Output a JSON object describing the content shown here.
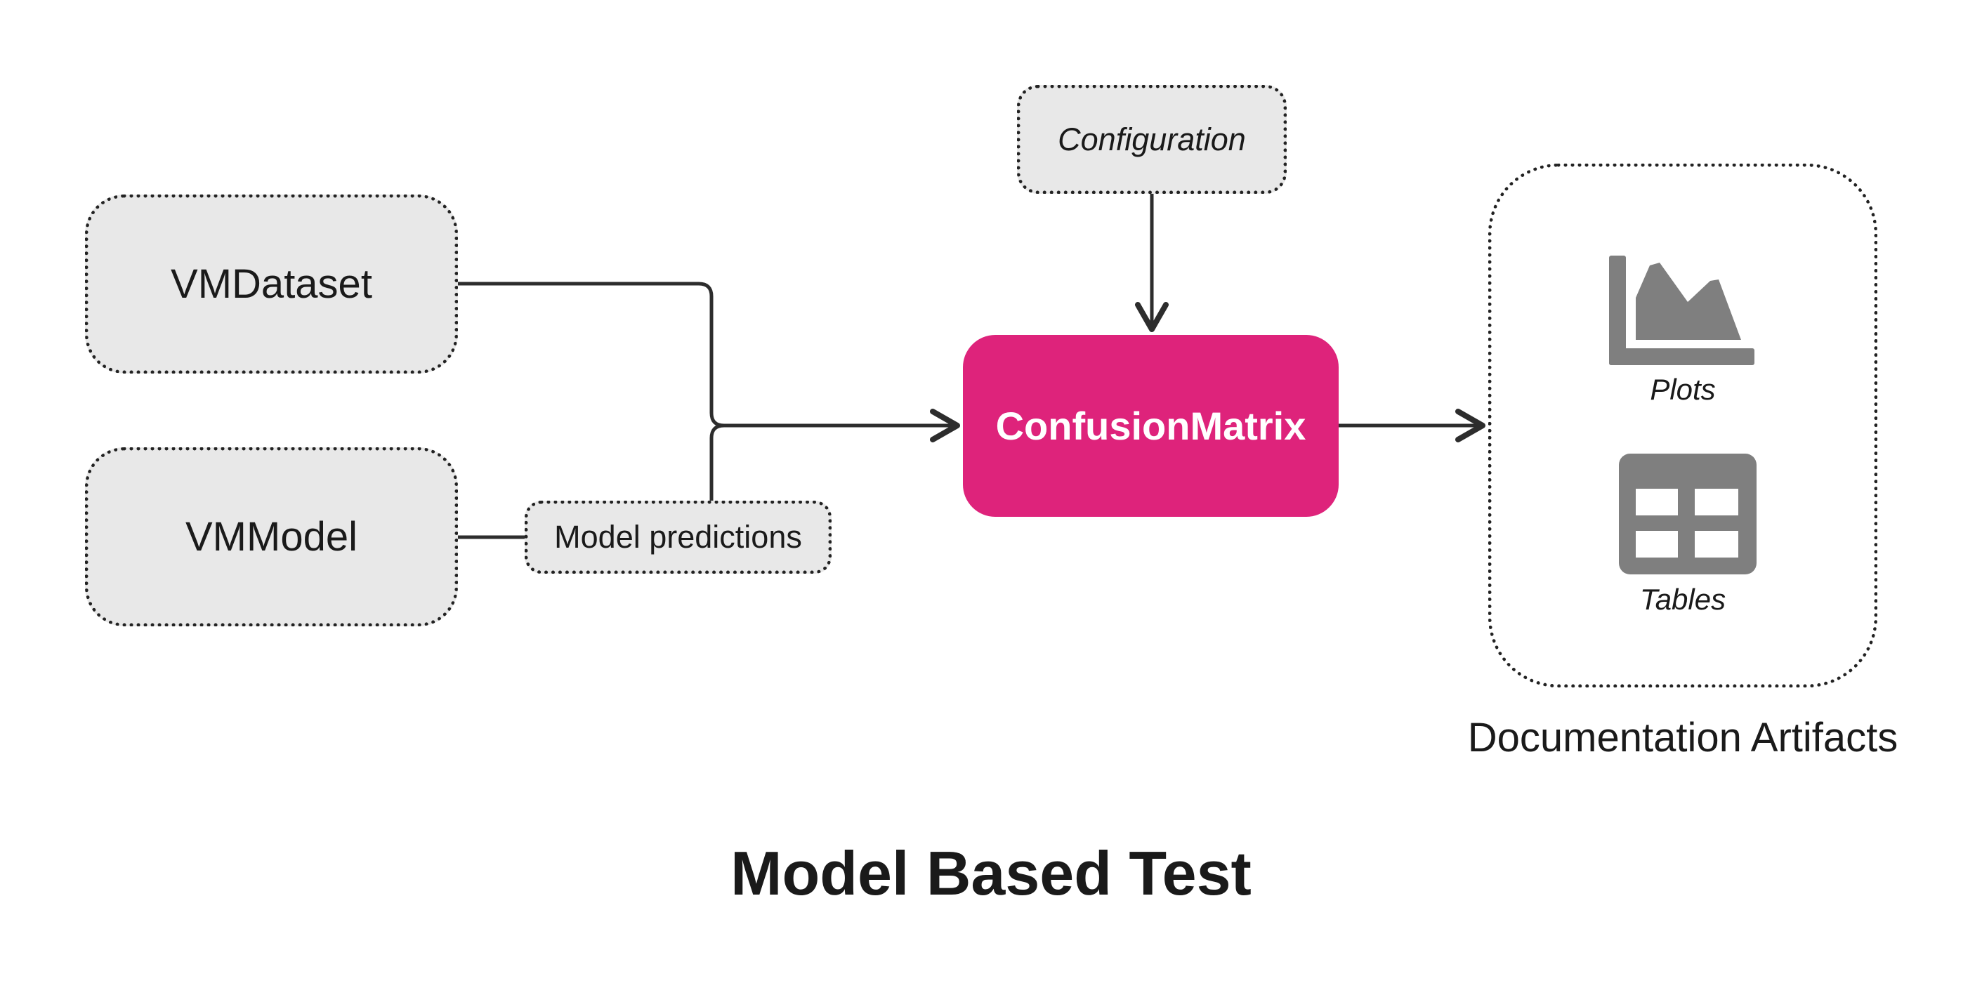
{
  "diagram": {
    "title": "Model Based Test",
    "nodes": {
      "vmdataset": "VMDataset",
      "vmmodel": "VMModel",
      "model_predictions": "Model predictions",
      "configuration": "Configuration",
      "confusion_matrix": "ConfusionMatrix"
    },
    "artifacts": {
      "title": "Documentation Artifacts",
      "plots_label": "Plots",
      "tables_label": "Tables"
    },
    "edges": [
      {
        "from": "VMDataset",
        "to": "ConfusionMatrix"
      },
      {
        "from": "VMModel",
        "to": "Model predictions"
      },
      {
        "from": "Model predictions",
        "to": "ConfusionMatrix"
      },
      {
        "from": "Configuration",
        "to": "ConfusionMatrix"
      },
      {
        "from": "ConfusionMatrix",
        "to": "Documentation Artifacts"
      }
    ]
  },
  "colors": {
    "highlight": "#de237b",
    "node_fill": "#e8e8e8",
    "icon_gray": "#7f7f7f",
    "line": "#2d2d2d"
  },
  "icons": {
    "plots": "area-chart-icon",
    "tables": "table-icon"
  }
}
